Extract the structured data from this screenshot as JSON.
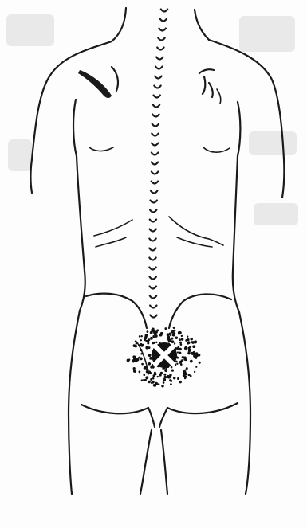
{
  "figure": {
    "view": "posterior-torso",
    "colors": {
      "background": "#fdfdfd",
      "line": "#1a1a1a",
      "referral_dots": "#111111",
      "trigger_marker": "#ffffff"
    },
    "icons": {
      "trigger_point": "x-mark-icon"
    },
    "spine_marker_count": 33,
    "pain_zone_dot_count": 260
  }
}
